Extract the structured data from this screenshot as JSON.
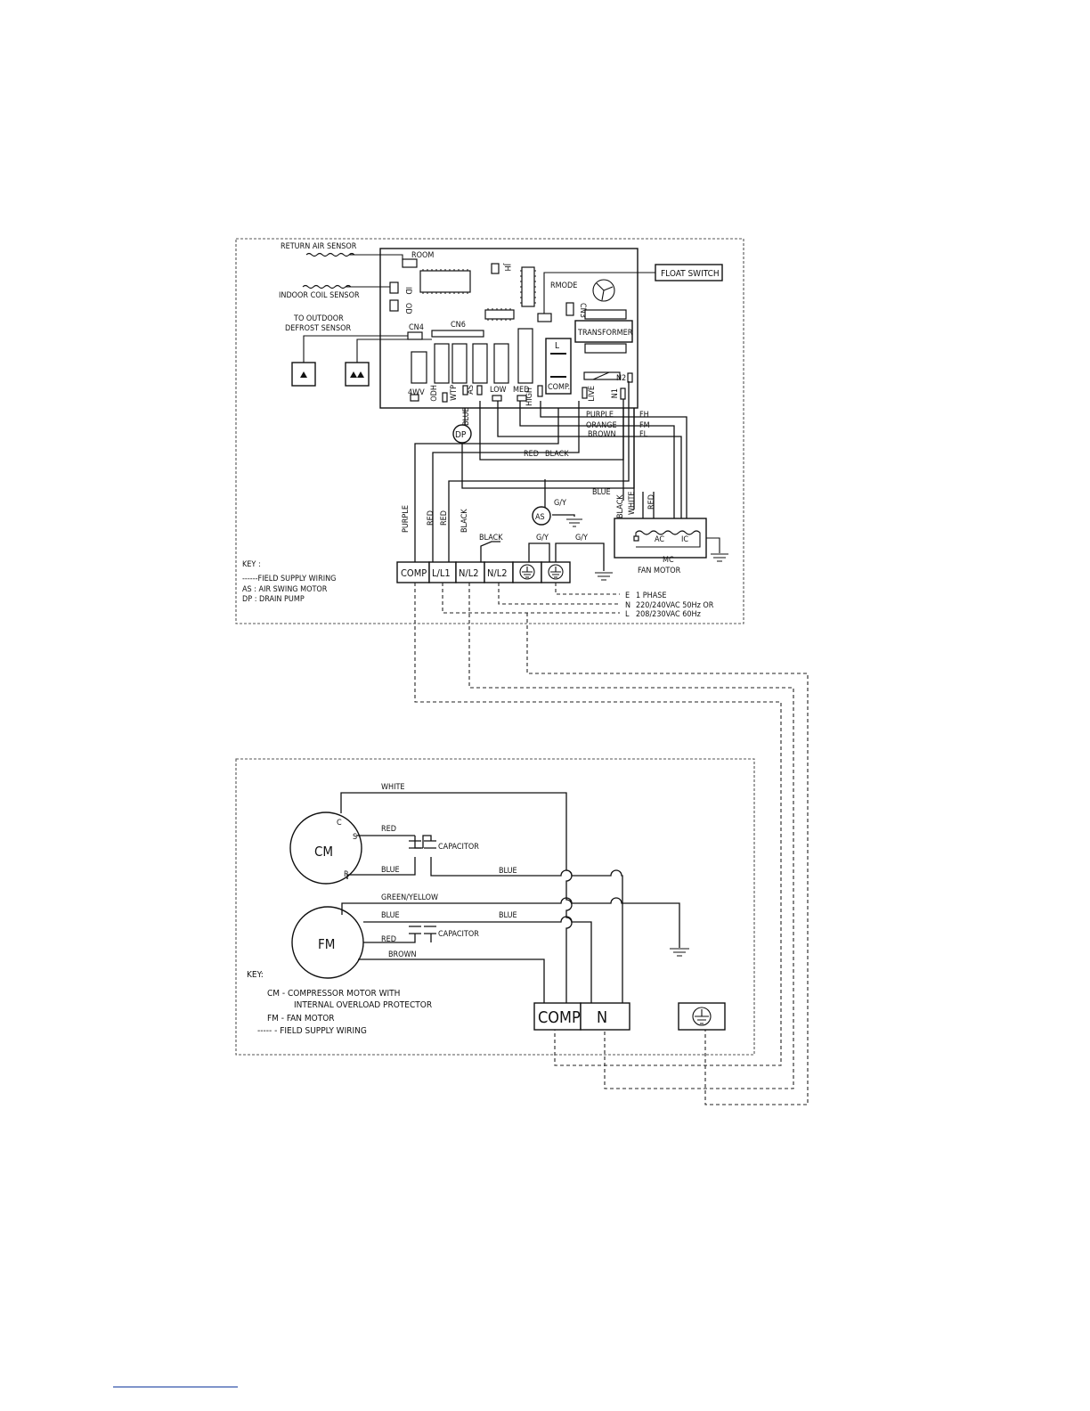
{
  "indoor": {
    "sensors": {
      "return_air": "RETURN AIR SENSOR",
      "room": "ROOM",
      "indoor_coil": "INDOOR COIL SENSOR",
      "id": "ID",
      "od": "OD",
      "to_outdoor": "TO OUTDOOR",
      "defrost": "DEFROST SENSOR",
      "cn4": "CN4",
      "cn6": "CN6",
      "jh": "JH",
      "rmode": "RMODE",
      "cn3": "CN3"
    },
    "float_switch": "FLOAT SWITCH",
    "transformer": "TRANSFORMER",
    "relay_labels": {
      "l": "L",
      "comp": "COMP.",
      "wv4": "4WV",
      "odh": "ODH",
      "wtp": "WTP",
      "as": "AS",
      "low": "LOW",
      "med": "MED",
      "high": "HIGH",
      "live": "LIVE",
      "n1": "N1",
      "n2": "N2"
    },
    "wires": {
      "blue": "BLUE",
      "purple": "PURPLE",
      "orange": "ORANGE",
      "brown": "BROWN",
      "fh": "FH",
      "fm": "FM",
      "fl": "FL",
      "red": "RED",
      "black": "BLACK",
      "gy": "G/Y",
      "white": "WHITE"
    },
    "dp": "DP",
    "as_motor": "AS",
    "fan_motor": {
      "ac": "AC",
      "ic": "IC",
      "mc": "MC",
      "label": "FAN MOTOR"
    },
    "terminals": [
      "COMP",
      "L/L1",
      "N/L2",
      "N/L2"
    ],
    "supply": {
      "e": "E",
      "e_text": "1 PHASE",
      "n": "N",
      "n_text": "220/240VAC 50Hz OR",
      "l": "L",
      "l_text": "208/230VAC 60Hz"
    },
    "key": {
      "title": "KEY :",
      "lines": [
        "------FIELD SUPPLY WIRING",
        "AS : AIR SWING MOTOR",
        "DP : DRAIN PUMP"
      ]
    }
  },
  "outdoor": {
    "cm": "CM",
    "fm": "FM",
    "c": "C",
    "s": "S",
    "r": "R",
    "white": "WHITE",
    "red1": "RED",
    "blue1": "BLUE",
    "capacitor1": "CAPACITOR",
    "blue2": "BLUE",
    "green_yellow": "GREEN/YELLOW",
    "blue3": "BLUE",
    "blue4": "BLUE",
    "red2": "RED",
    "capacitor2": "CAPACITOR",
    "brown": "BROWN",
    "terminals": [
      "COMP",
      "N"
    ],
    "key": {
      "title": "KEY:",
      "lines": [
        "CM  -  COMPRESSOR MOTOR WITH",
        "INTERNAL OVERLOAD PROTECTOR",
        "FM  -  FAN MOTOR",
        "-----  -  FIELD SUPPLY WIRING"
      ]
    }
  }
}
